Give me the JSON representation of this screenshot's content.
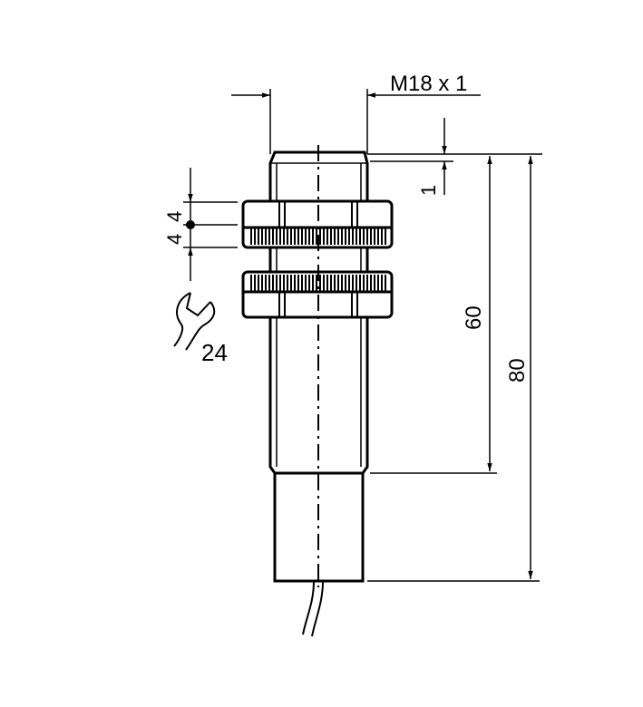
{
  "title": "M18 inductive sensor dimensional drawing",
  "labels": {
    "thread": "M18 x 1",
    "flush_offset": "1",
    "nut_half_a": "4",
    "nut_half_b": "4",
    "wrench_size": "24",
    "thread_length": "60",
    "total_length": "80"
  },
  "icons": [
    "wrench-icon"
  ]
}
